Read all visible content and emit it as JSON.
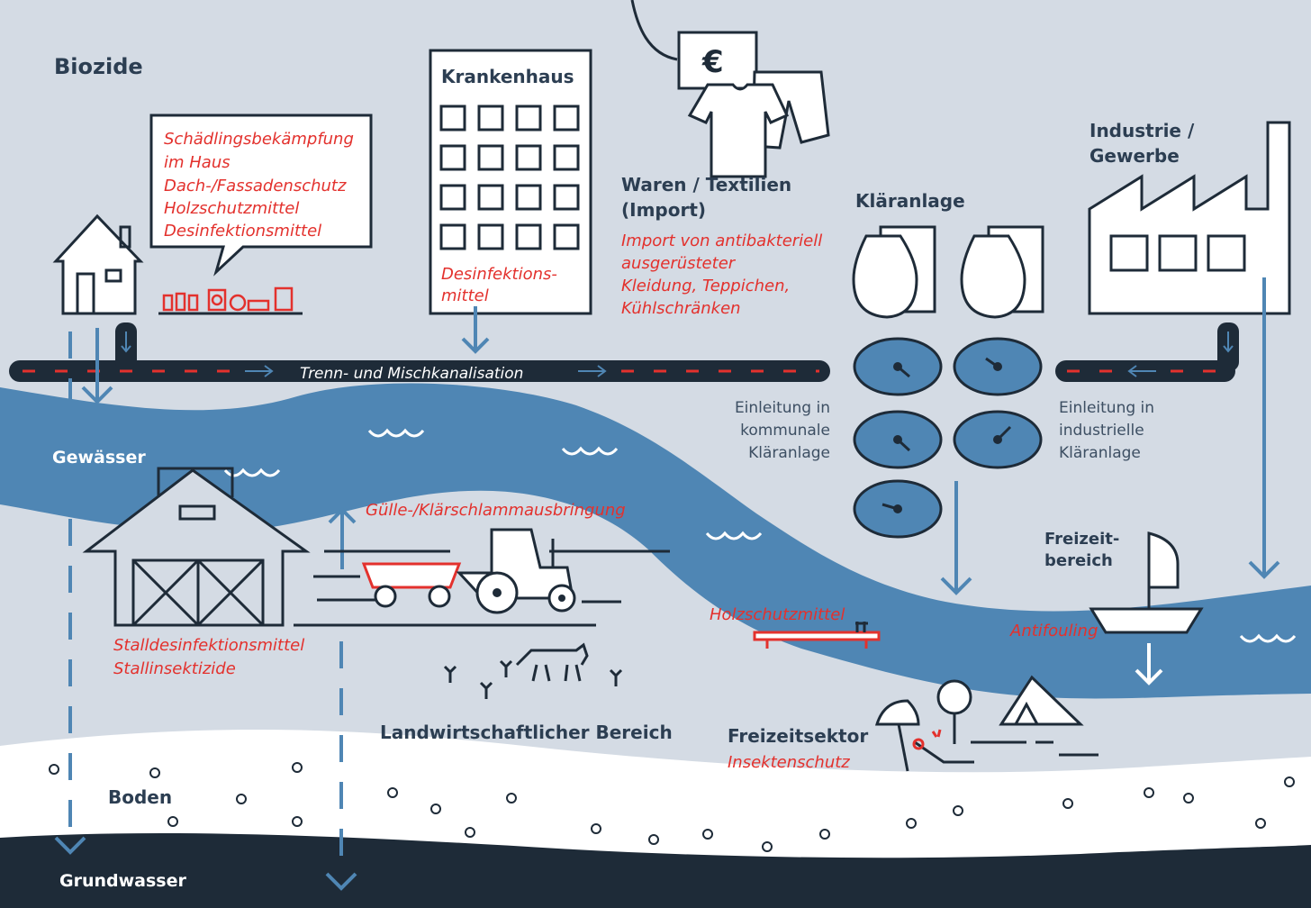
{
  "title": "Biozide",
  "house": {
    "items": [
      "Schädlingsbekämpfung",
      "im Haus",
      "Dach-/Fassadenschutz",
      "Holzschutzmittel",
      "Desinfektionsmittel"
    ]
  },
  "hospital": {
    "title": "Krankenhaus",
    "use_line1": "Desinfektions-",
    "use_line2": "mittel"
  },
  "goods": {
    "currency": "€",
    "title_line1": "Waren / Textilien",
    "title_line2": "(Import)",
    "items": [
      "Import von antibakteriell",
      "ausgerüsteter",
      "Kleidung, Teppichen,",
      "Kühlschränken"
    ]
  },
  "treatment_plant": {
    "title": "Kläranlage"
  },
  "industry": {
    "title_line1": "Industrie /",
    "title_line2": "Gewerbe"
  },
  "sewer": {
    "label": "Trenn- und Mischkanalisation"
  },
  "discharge_municipal": [
    "Einleitung in",
    "kommunale",
    "Kläranlage"
  ],
  "discharge_industrial": [
    "Einleitung in",
    "industrielle",
    "Kläranlage"
  ],
  "water": {
    "label": "Gewässer"
  },
  "barn": {
    "items": [
      "Stalldesinfektionsmittel",
      "Stallinsektizide"
    ]
  },
  "manure": {
    "label": "Gülle-/Klärschlammausbringung"
  },
  "agriculture": {
    "label": "Landwirtschaftlicher Bereich"
  },
  "jetty": {
    "label": "Holzschutzmittel"
  },
  "boat": {
    "area_line1": "Freizeit-",
    "area_line2": "bereich",
    "label": "Antifouling"
  },
  "leisure": {
    "title": "Freizeitsektor",
    "label": "Insektenschutz"
  },
  "soil": {
    "label": "Boden"
  },
  "groundwater": {
    "label": "Grundwasser"
  },
  "colors": {
    "sky": "#d4dbe4",
    "water": "#4f86b4",
    "pipe": "#1e2b38",
    "ground": "#ffffff",
    "groundwater": "#1e2b38",
    "accent": "#e3312d",
    "dark_text": "#2c3e52"
  }
}
